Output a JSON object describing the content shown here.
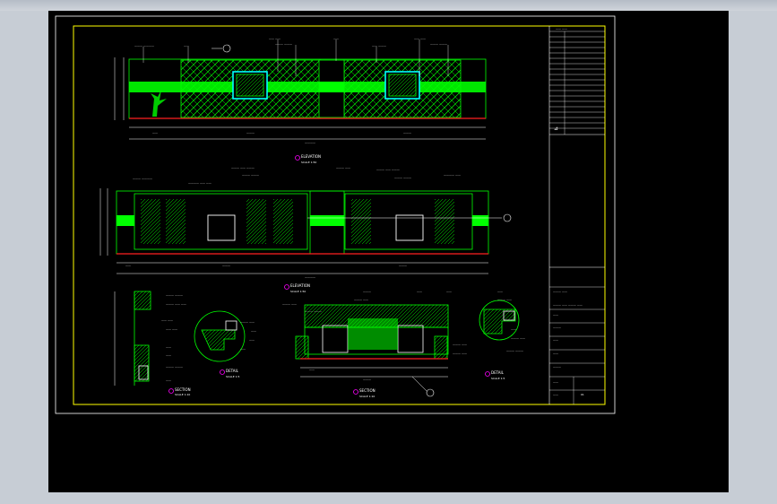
{
  "viewer": {
    "background": "#c7cdd5",
    "canvas": "#000000"
  },
  "drawing": {
    "elevation1": {
      "title": "ELEVATION",
      "scale": "SCALE 1:50"
    },
    "elevation2": {
      "title": "ELEVATION",
      "scale": "SCALE 1:50"
    },
    "section_left": {
      "title": "SECTION",
      "scale": "SCALE 1:10"
    },
    "detail1": {
      "title": "DETAIL",
      "scale": "SCALE 1:5"
    },
    "section_center": {
      "title": "SECTION",
      "scale": "SCALE 1:10"
    },
    "detail2": {
      "title": "DETAIL",
      "scale": "SCALE 1:5"
    },
    "title_block": {
      "sheet_no": "01"
    }
  },
  "colors": {
    "frame": "#ffffff",
    "border": "#ffff00",
    "green": "#00ff00",
    "cyan": "#00ffff",
    "red": "#ff2020",
    "magenta": "#ff00ff",
    "white": "#ffffff"
  }
}
